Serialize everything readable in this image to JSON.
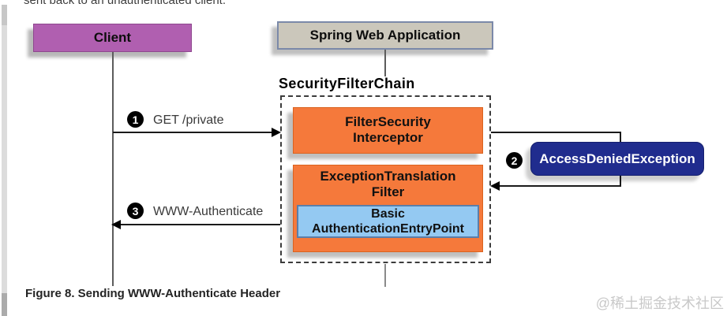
{
  "page": {
    "top_text": "sent back to an unauthenticated client.",
    "caption": "Figure 8. Sending WWW-Authenticate Header",
    "watermark": "@稀土掘金技术社区"
  },
  "diagram": {
    "client": {
      "label": "Client"
    },
    "web_app": {
      "label": "Spring Web Application"
    },
    "filter_chain": {
      "title": "SecurityFilterChain",
      "filters": [
        {
          "lines": [
            "FilterSecurity",
            "Interceptor"
          ]
        },
        {
          "lines": [
            "ExceptionTranslation",
            "Filter"
          ]
        }
      ],
      "entry_point": {
        "lines": [
          "Basic",
          "AuthenticationEntryPoint"
        ]
      }
    },
    "exception": {
      "label": "AccessDeniedException"
    },
    "steps": [
      {
        "number": "1",
        "label": "GET /private"
      },
      {
        "number": "2",
        "label": ""
      },
      {
        "number": "3",
        "label": "WWW-Authenticate"
      }
    ],
    "colors": {
      "client_fill": "#b05fb0",
      "web_app_fill": "#cbc7bb",
      "filter_fill": "#f5793b",
      "entry_point_fill": "#94c9f2",
      "exception_fill": "#202c8e",
      "line": "#1a1a1a",
      "watermark": "#c9c9c9"
    }
  }
}
